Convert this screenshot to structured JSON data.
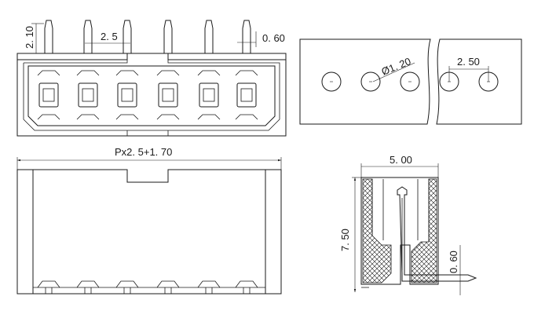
{
  "front_view": {
    "pin_protrusion": "2. 10",
    "pitch": "2. 5",
    "pin_width": "0. 60"
  },
  "pcb_layout": {
    "hole_diameter": "Ø1. 20",
    "hole_pitch": "2. 50"
  },
  "top_view": {
    "overall_length": "Px2. 5+1. 70"
  },
  "side_view": {
    "depth": "5. 00",
    "height": "7. 50",
    "pin_thickness": "0. 60"
  },
  "colors": {
    "line": "#1a1a1a",
    "background": "#ffffff"
  }
}
